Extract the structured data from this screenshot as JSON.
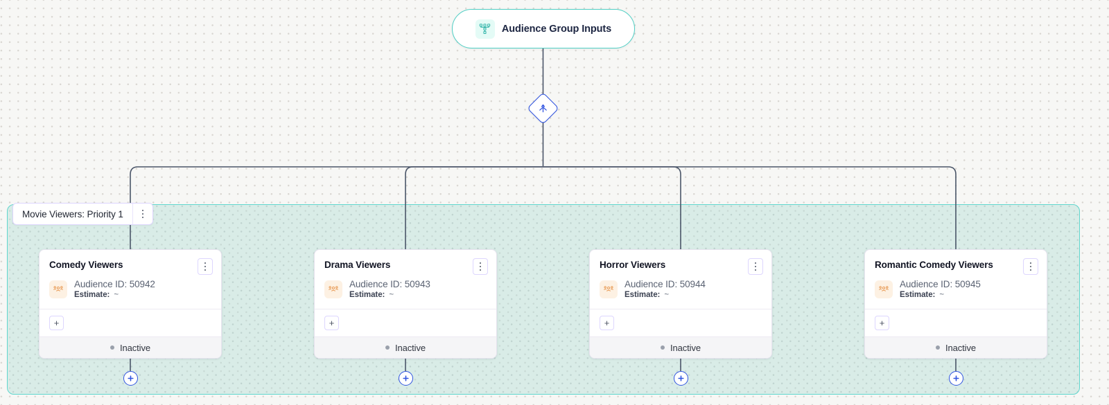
{
  "canvas": {
    "background_color": "#f7f7f5",
    "dot_color": "#d9d6d1"
  },
  "top_node": {
    "title": "Audience Group Inputs",
    "icon": "audience-network-icon",
    "border_color": "#4fcfc4",
    "icon_bg": "#e4fbf6"
  },
  "split_node": {
    "icon": "split-branch-icon",
    "border_color": "#2f53e0"
  },
  "group": {
    "label": "Movie Viewers: Priority 1",
    "kebab_icon": "kebab-menu-icon",
    "border_color": "#5fd6cd",
    "fill_color": "#b4ded8"
  },
  "cards": [
    {
      "title": "Comedy Viewers",
      "audience_id_label": "Audience ID: 50942",
      "estimate_label": "Estimate:",
      "estimate_value": "~",
      "status": "Inactive",
      "icon": "audience-people-icon",
      "kebab_icon": "kebab-menu-icon",
      "add_label": "+"
    },
    {
      "title": "Drama Viewers",
      "audience_id_label": "Audience ID: 50943",
      "estimate_label": "Estimate:",
      "estimate_value": "~",
      "status": "Inactive",
      "icon": "audience-people-icon",
      "kebab_icon": "kebab-menu-icon",
      "add_label": "+"
    },
    {
      "title": "Horror Viewers",
      "audience_id_label": "Audience ID: 50944",
      "estimate_label": "Estimate:",
      "estimate_value": "~",
      "status": "Inactive",
      "icon": "audience-people-icon",
      "kebab_icon": "kebab-menu-icon",
      "add_label": "+"
    },
    {
      "title": "Romantic Comedy Viewers",
      "audience_id_label": "Audience ID: 50945",
      "estimate_label": "Estimate:",
      "estimate_value": "~",
      "status": "Inactive",
      "icon": "audience-people-icon",
      "kebab_icon": "kebab-menu-icon",
      "add_label": "+"
    }
  ],
  "colors": {
    "connector": "#4a5568",
    "accent_blue": "#2f53e0",
    "accent_teal": "#4fcfc4",
    "status_dot": "#9aa0ab"
  }
}
